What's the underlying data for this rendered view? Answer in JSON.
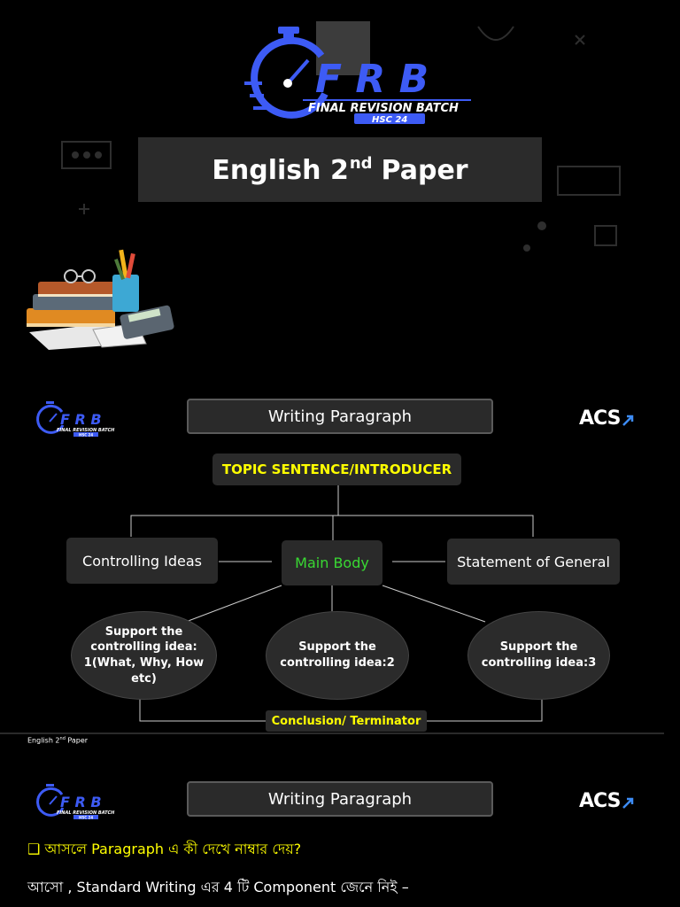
{
  "cover": {
    "logo": {
      "letters": "F R B",
      "subtitle": "FINAL REVISION BATCH",
      "tag": "HSC 24"
    },
    "title_main": "English 2",
    "title_sup": "nd",
    "title_end": "Paper"
  },
  "slide1": {
    "title": "Writing Paragraph",
    "acs": "ACS",
    "topic": "TOPIC SENTENCE/INTRODUCER",
    "left_box": "Controlling Ideas",
    "center_box": "Main Body",
    "right_box": "Statement of General",
    "support_1_lines": [
      "Support the",
      "controlling idea:",
      "1(What, Why, How",
      "etc)"
    ],
    "support_2_lines": [
      "Support the",
      "controlling idea:2"
    ],
    "support_3_lines": [
      "Support the",
      "controlling idea:3"
    ],
    "conclusion": "Conclusion/ Terminator",
    "footer_main": "English 2",
    "footer_sup": "nd",
    "footer_end": " Paper"
  },
  "slide2": {
    "title": "Writing Paragraph",
    "acs": "ACS",
    "question_bullet": "❑",
    "question": "আসলে Paragraph এ কী দেখে নাম্বার দেয়?",
    "statement": "আসো , Standard Writing এর 4 টি Component জেনে নিই –"
  },
  "colors": {
    "accent_yellow": "#ffff00",
    "accent_green": "#39d833",
    "logo_blue": "#3d5bf5",
    "box_gray": "#2a2a2a"
  }
}
